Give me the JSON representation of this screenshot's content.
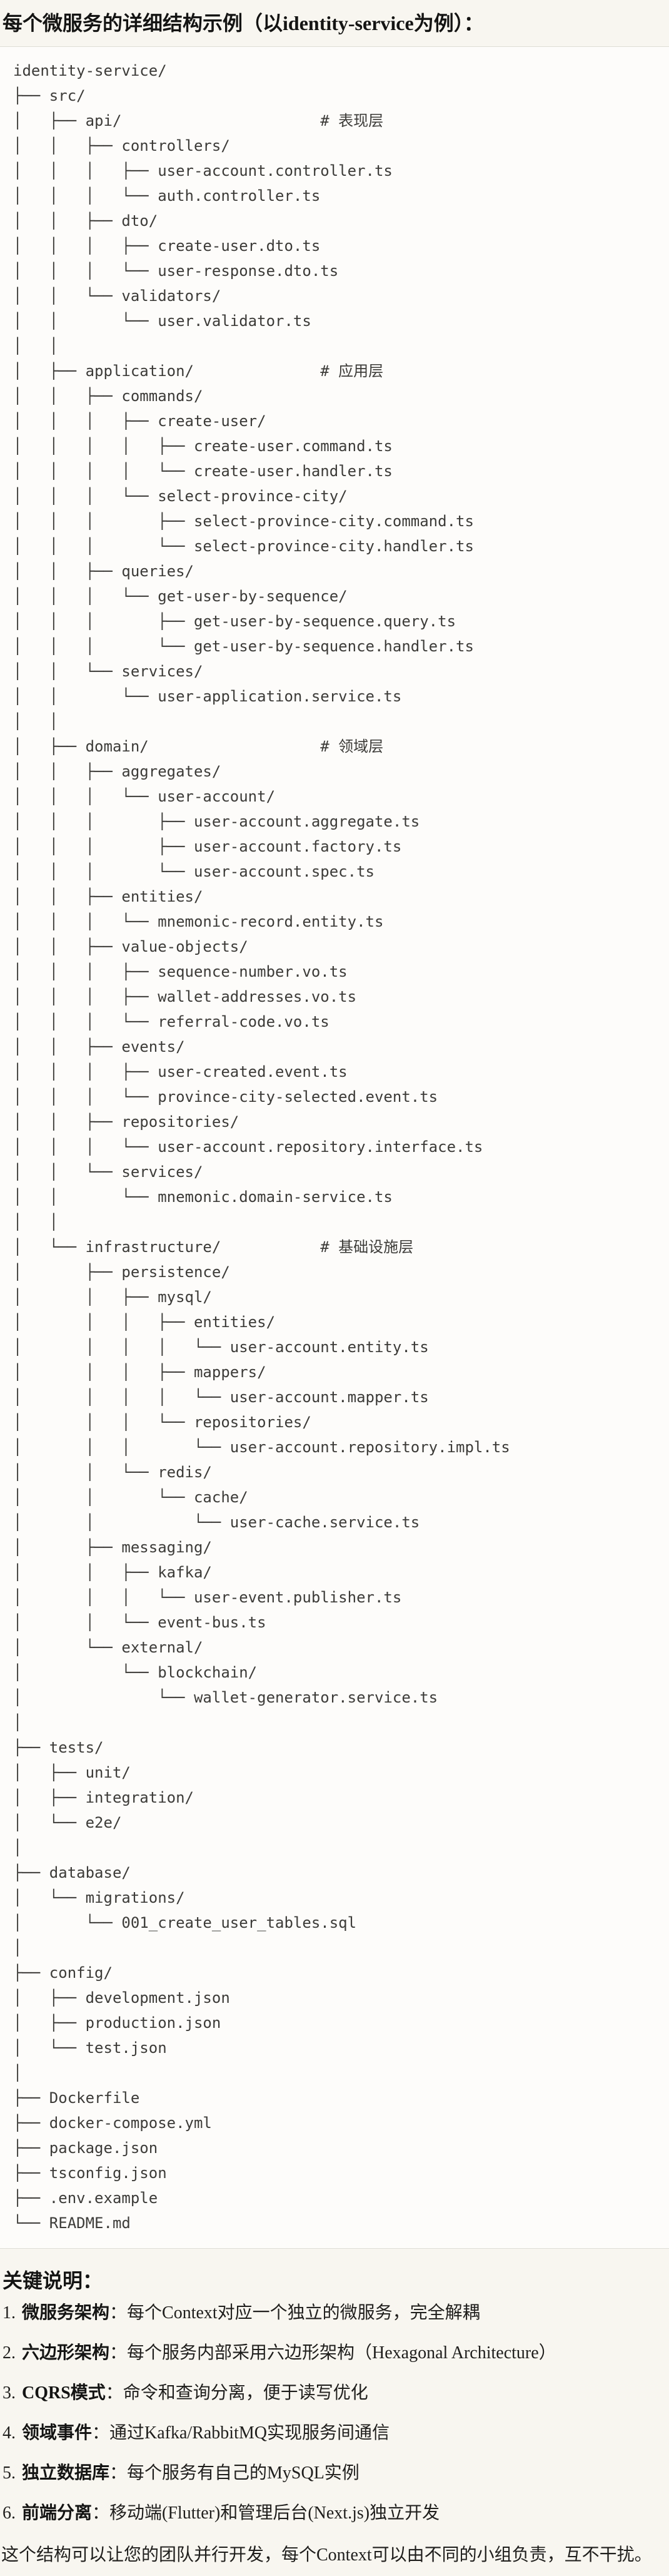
{
  "page": {
    "heading": "每个微服务的详细结构示例（以identity-service为例）："
  },
  "code_block": {
    "lines": [
      "identity-service/",
      "├── src/",
      "│   ├── api/                      # 表现层",
      "│   │   ├── controllers/",
      "│   │   │   ├── user-account.controller.ts",
      "│   │   │   └── auth.controller.ts",
      "│   │   ├── dto/",
      "│   │   │   ├── create-user.dto.ts",
      "│   │   │   └── user-response.dto.ts",
      "│   │   └── validators/",
      "│   │       └── user.validator.ts",
      "│   │",
      "│   ├── application/              # 应用层",
      "│   │   ├── commands/",
      "│   │   │   ├── create-user/",
      "│   │   │   │   ├── create-user.command.ts",
      "│   │   │   │   └── create-user.handler.ts",
      "│   │   │   └── select-province-city/",
      "│   │   │       ├── select-province-city.command.ts",
      "│   │   │       └── select-province-city.handler.ts",
      "│   │   ├── queries/",
      "│   │   │   └── get-user-by-sequence/",
      "│   │   │       ├── get-user-by-sequence.query.ts",
      "│   │   │       └── get-user-by-sequence.handler.ts",
      "│   │   └── services/",
      "│   │       └── user-application.service.ts",
      "│   │",
      "│   ├── domain/                   # 领域层",
      "│   │   ├── aggregates/",
      "│   │   │   └── user-account/",
      "│   │   │       ├── user-account.aggregate.ts",
      "│   │   │       ├── user-account.factory.ts",
      "│   │   │       └── user-account.spec.ts",
      "│   │   ├── entities/",
      "│   │   │   └── mnemonic-record.entity.ts",
      "│   │   ├── value-objects/",
      "│   │   │   ├── sequence-number.vo.ts",
      "│   │   │   ├── wallet-addresses.vo.ts",
      "│   │   │   └── referral-code.vo.ts",
      "│   │   ├── events/",
      "│   │   │   ├── user-created.event.ts",
      "│   │   │   └── province-city-selected.event.ts",
      "│   │   ├── repositories/",
      "│   │   │   └── user-account.repository.interface.ts",
      "│   │   └── services/",
      "│   │       └── mnemonic.domain-service.ts",
      "│   │",
      "│   └── infrastructure/           # 基础设施层",
      "│       ├── persistence/",
      "│       │   ├── mysql/",
      "│       │   │   ├── entities/",
      "│       │   │   │   └── user-account.entity.ts",
      "│       │   │   ├── mappers/",
      "│       │   │   │   └── user-account.mapper.ts",
      "│       │   │   └── repositories/",
      "│       │   │       └── user-account.repository.impl.ts",
      "│       │   └── redis/",
      "│       │       └── cache/",
      "│       │           └── user-cache.service.ts",
      "│       ├── messaging/",
      "│       │   ├── kafka/",
      "│       │   │   └── user-event.publisher.ts",
      "│       │   └── event-bus.ts",
      "│       └── external/",
      "│           └── blockchain/",
      "│               └── wallet-generator.service.ts",
      "│",
      "├── tests/",
      "│   ├── unit/",
      "│   ├── integration/",
      "│   └── e2e/",
      "│",
      "├── database/",
      "│   └── migrations/",
      "│       └── 001_create_user_tables.sql",
      "│",
      "├── config/",
      "│   ├── development.json",
      "│   ├── production.json",
      "│   └── test.json",
      "│",
      "├── Dockerfile",
      "├── docker-compose.yml",
      "├── package.json",
      "├── tsconfig.json",
      "├── .env.example",
      "└── README.md"
    ]
  },
  "notes": {
    "heading": "关键说明：",
    "items": [
      {
        "num": "1.",
        "label": "微服务架构",
        "text": "：每个Context对应一个独立的微服务，完全解耦"
      },
      {
        "num": "2.",
        "label": "六边形架构",
        "text": "：每个服务内部采用六边形架构（Hexagonal Architecture）"
      },
      {
        "num": "3.",
        "label": "CQRS模式",
        "text": "：命令和查询分离，便于读写优化"
      },
      {
        "num": "4.",
        "label": "领域事件",
        "text": "：通过Kafka/RabbitMQ实现服务间通信"
      },
      {
        "num": "5.",
        "label": "独立数据库",
        "text": "：每个服务有自己的MySQL实例"
      },
      {
        "num": "6.",
        "label": "前端分离",
        "text": "：移动端(Flutter)和管理后台(Next.js)独立开发"
      }
    ],
    "footer": "这个结构可以让您的团队并行开发，每个Context可以由不同的小组负责，互不干扰。"
  },
  "colors": {
    "page_bg": "#F8F6F0",
    "code_bg": "#FDFCFA",
    "code_border": "#DFDDD6",
    "code_text": "#3C3B38",
    "body_text": "#1F1E1C",
    "heading_text": "#141413"
  }
}
